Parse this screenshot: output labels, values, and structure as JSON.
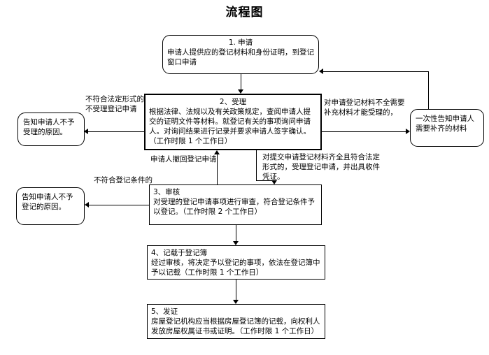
{
  "title": "流程图",
  "colors": {
    "line": "#000000",
    "background": "#ffffff"
  },
  "nodes": {
    "step1": {
      "heading": "1. 申请",
      "body": "申请人提供应的登记材料和身份证明，到登记窗口申请"
    },
    "step2": {
      "heading": "2、受理",
      "body": "根据法律、法规以及有关政策规定，查阅申请人提交的证明文件等材料。就登记有关的事项询问申请人。对询问结果进行记录并要求申请人签字确认。（工作时限 1 个工作日）"
    },
    "step3": {
      "heading": "3、审核",
      "body": "对受理的登记申请事项进行审查，符合登记条件予以登记。（工作时限 2 个工作日）"
    },
    "step4": {
      "heading": "4、记载于登记簿",
      "body": "经过审核，将决定予以登记的事项，依法在登记簿中予以记载（工作时限 1 个工作日）"
    },
    "step5": {
      "heading": "5、发证",
      "body": "房屋登记机构应当根据房屋登记簿的记载，向权利人发放房屋权属证书或证明。（工作时限 1 个工作日）"
    },
    "notify_no_accept": "告知申请人不予受理的原因。",
    "notify_no_register": "告知申请人不予登记的原因。",
    "notify_supplement": "一次性告知申请人需要补齐的材料"
  },
  "edge_labels": {
    "not_legal_form": "不符合法定形式的不受理登记申请",
    "incomplete_materials": "对申请登记材料不全需要补充材料才能受理的，",
    "withdraw": "申请人撤回登记申请",
    "complete_accept": "对提交申请登记材料齐全且符合法定形式的，受理登记申请，并出具收件凭证。",
    "not_meet_condition": "不符合登记条件的"
  }
}
